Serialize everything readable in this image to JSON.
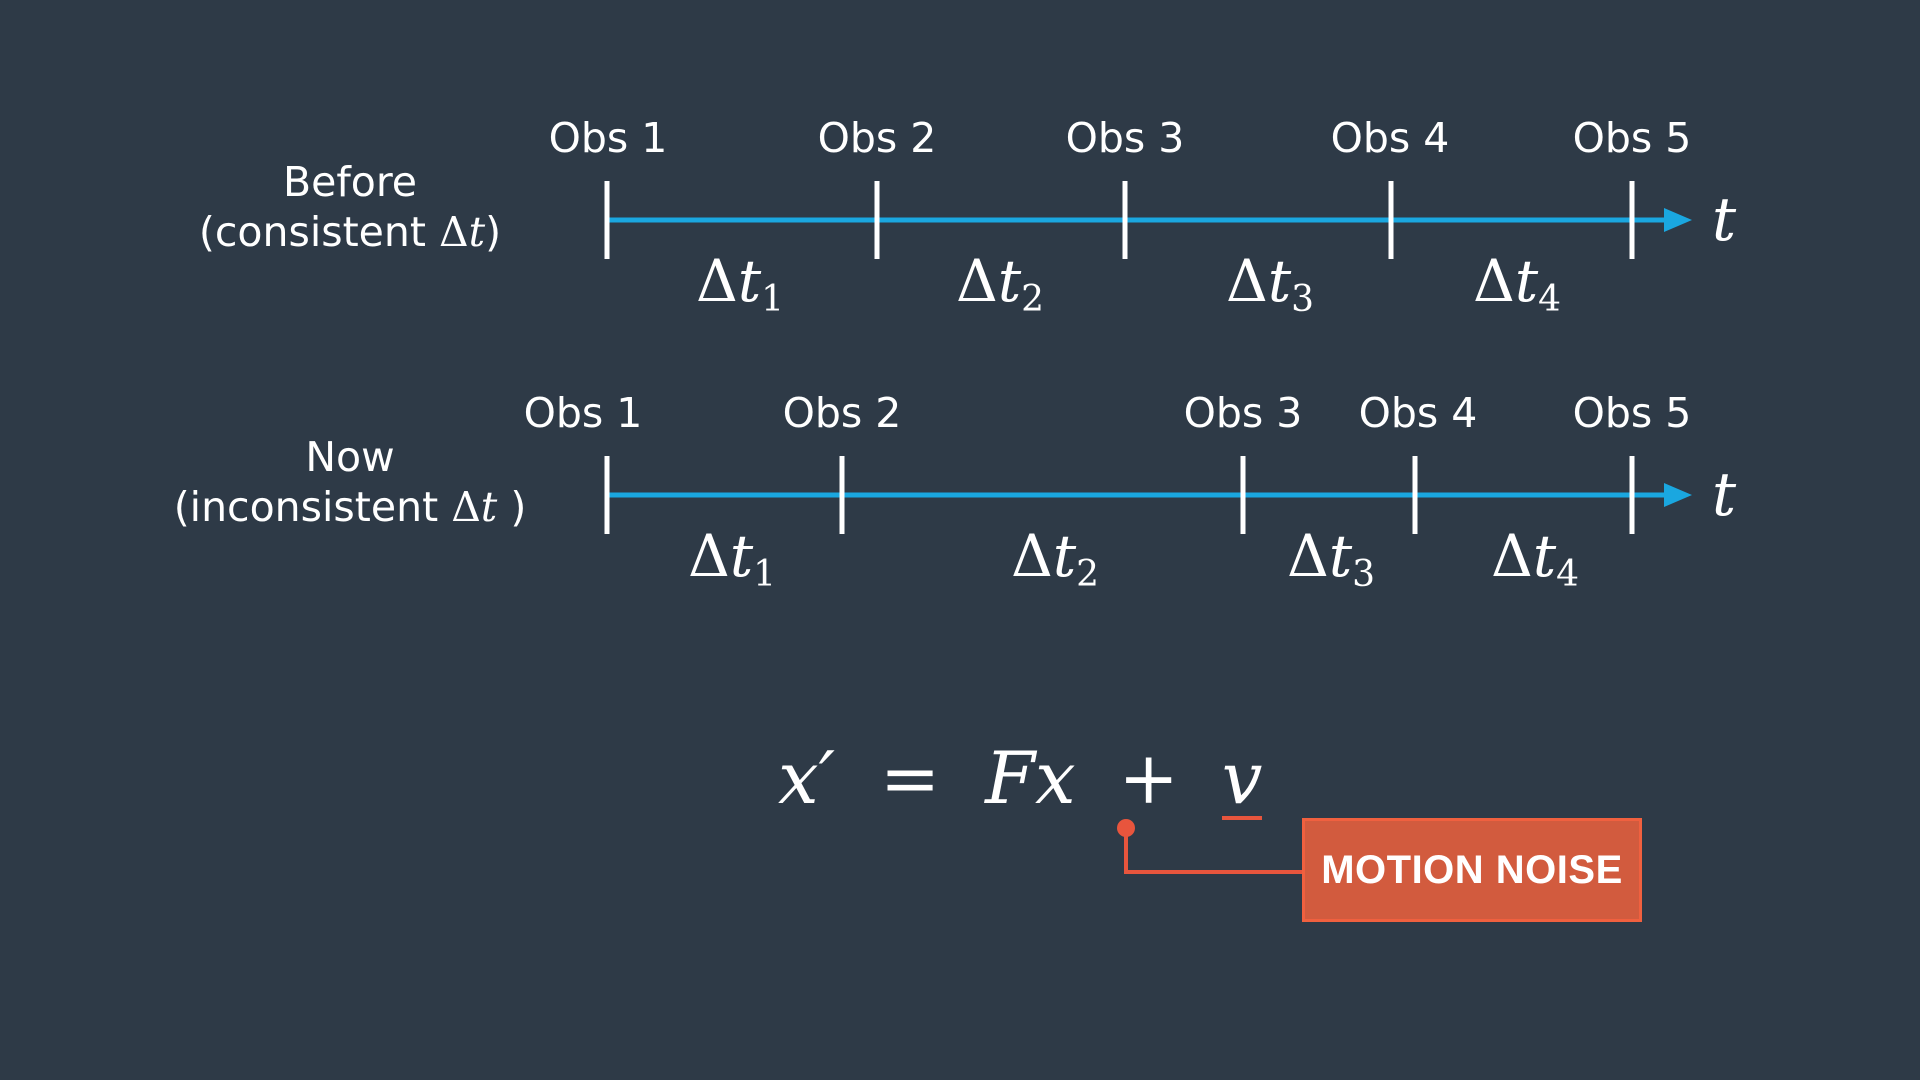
{
  "colors": {
    "background": "#2e3a47",
    "axis": "#1aa7e0",
    "tick": "#ffffff",
    "text": "#ffffff",
    "accent": "#e8553d"
  },
  "rows": [
    {
      "label_line1": "Before",
      "label_line2_prefix": "(consistent ",
      "label_line2_delta": "Δ",
      "label_line2_var": "t",
      "label_line2_suffix": ")",
      "observations": [
        "Obs 1",
        "Obs 2",
        "Obs 3",
        "Obs 4",
        "Obs 5"
      ],
      "intervals": [
        {
          "symbol": "Δ",
          "var": "t",
          "sub": "1"
        },
        {
          "symbol": "Δ",
          "var": "t",
          "sub": "2"
        },
        {
          "symbol": "Δ",
          "var": "t",
          "sub": "3"
        },
        {
          "symbol": "Δ",
          "var": "t",
          "sub": "4"
        }
      ],
      "axis_label": "t"
    },
    {
      "label_line1": "Now",
      "label_line2_prefix": "(inconsistent ",
      "label_line2_delta": "Δ",
      "label_line2_var": "t",
      "label_line2_suffix": " )",
      "observations": [
        "Obs 1",
        "Obs 2",
        "Obs 3",
        "Obs 4",
        "Obs 5"
      ],
      "intervals": [
        {
          "symbol": "Δ",
          "var": "t",
          "sub": "1"
        },
        {
          "symbol": "Δ",
          "var": "t",
          "sub": "2"
        },
        {
          "symbol": "Δ",
          "var": "t",
          "sub": "3"
        },
        {
          "symbol": "Δ",
          "var": "t",
          "sub": "4"
        }
      ],
      "axis_label": "t"
    }
  ],
  "formula": {
    "lhs": "x′",
    "equals": "=",
    "term1": "Fx",
    "plus": "+",
    "noise_var": "v"
  },
  "callout": {
    "label": "MOTION NOISE"
  }
}
